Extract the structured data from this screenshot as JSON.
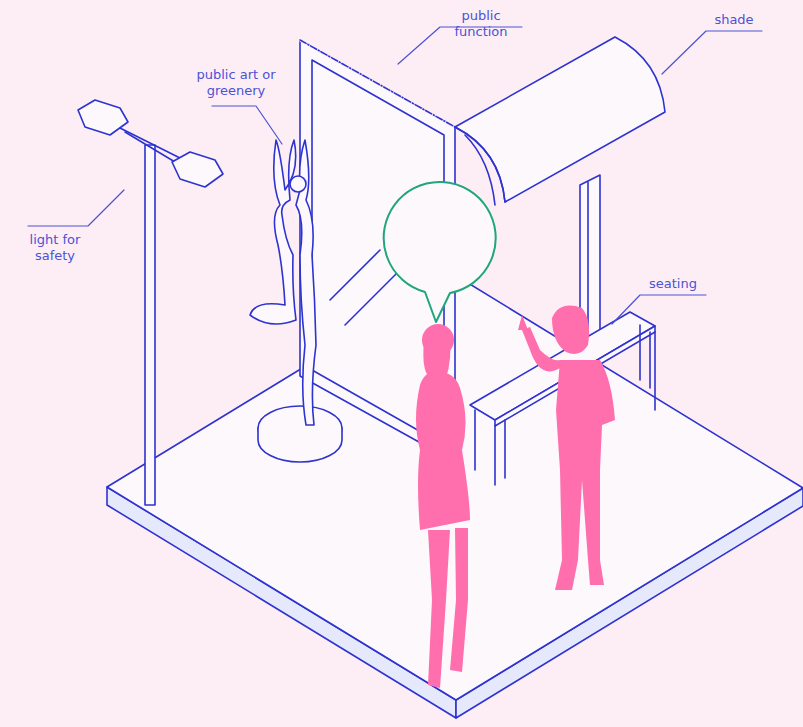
{
  "diagram": {
    "labels": [
      "public function",
      "shade",
      "public art or greenery",
      "light for safety",
      "seating"
    ]
  }
}
